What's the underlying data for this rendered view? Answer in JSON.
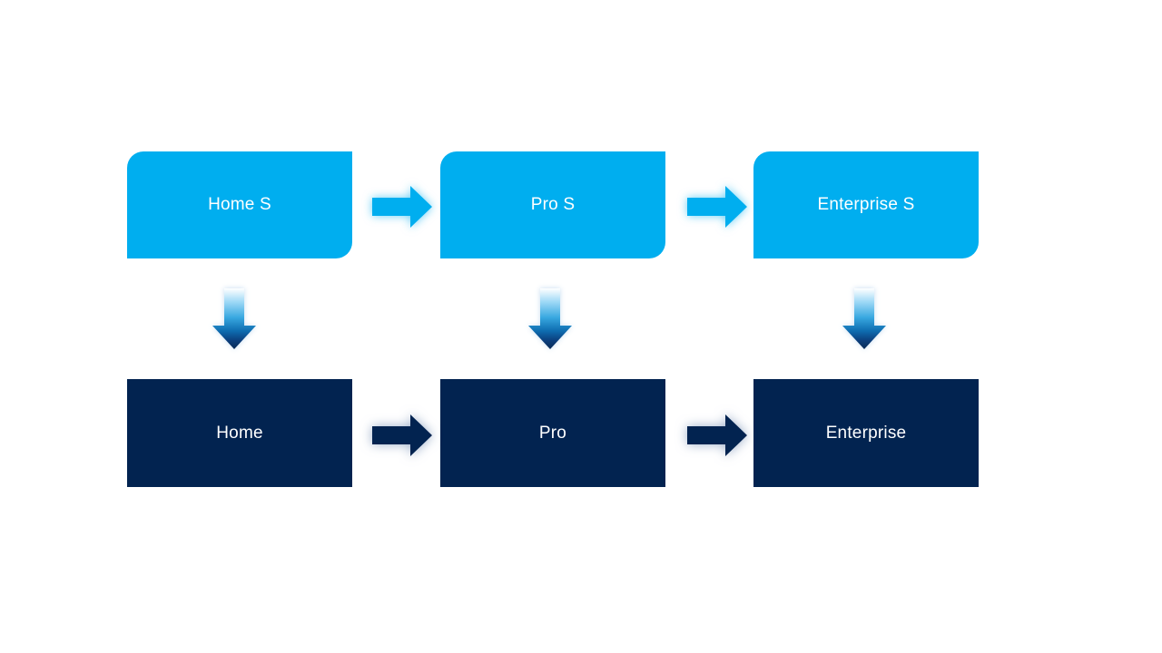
{
  "diagram": {
    "type": "flow-upgrade-diagram",
    "background": "#FFFFFF",
    "top_row": [
      {
        "label": "Home S"
      },
      {
        "label": "Pro S"
      },
      {
        "label": "Enterprise S"
      }
    ],
    "bottom_row": [
      {
        "label": "Home"
      },
      {
        "label": "Pro"
      },
      {
        "label": "Enterprise"
      }
    ],
    "connections": {
      "horizontal": "right-arrow between adjacent boxes in each row",
      "vertical": "down-arrow from each top box to the bottom box below"
    },
    "colors": {
      "top_box_fill": "#00AEEF",
      "bottom_box_fill": "#022350",
      "label_text": "#FFFFFF",
      "right_arrow_top_row": "#00AEEF",
      "right_arrow_bottom_row": "#022350",
      "down_arrow_gradient": [
        "#FFFFFF",
        "#9FD9F6",
        "#38A8E0",
        "#0E6CB0",
        "#0A2A55"
      ]
    },
    "icons": {
      "right_arrow": "right-arrow-icon",
      "down_arrow": "down-arrow-icon"
    }
  }
}
